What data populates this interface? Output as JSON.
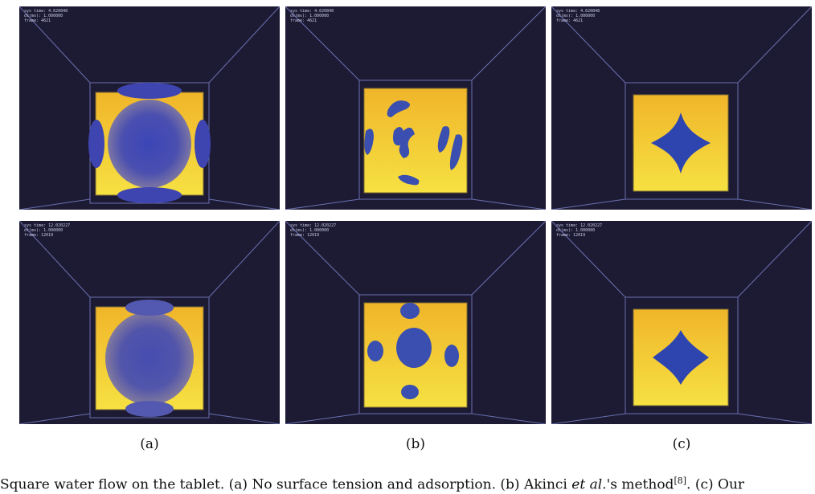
{
  "panels": [
    {
      "id": "a-top",
      "hud": {
        "line1": "sys time: 4.620848",
        "line2": "dt(ms): 1.000000",
        "line3": "frame: 4621"
      }
    },
    {
      "id": "b-top",
      "hud": {
        "line1": "sys time: 4.620848",
        "line2": "dt(ms): 1.000000",
        "line3": "frame: 4621"
      }
    },
    {
      "id": "c-top",
      "hud": {
        "line1": "sys time: 4.620848",
        "line2": "dt(ms): 1.000000",
        "line3": "frame: 4621"
      }
    },
    {
      "id": "a-bottom",
      "hud": {
        "line1": "sys time: 12.020227",
        "line2": "dt(ms): 1.000000",
        "line3": "frame: 12019"
      }
    },
    {
      "id": "b-bottom",
      "hud": {
        "line1": "sys time: 12.020227",
        "line2": "dt(ms): 1.000000",
        "line3": "frame: 12019"
      }
    },
    {
      "id": "c-bottom",
      "hud": {
        "line1": "sys time: 12.020227",
        "line2": "dt(ms): 1.000000",
        "line3": "frame: 12019"
      }
    }
  ],
  "labels": {
    "a": "(a)",
    "b": "(b)",
    "c": "(c)"
  },
  "caption": {
    "part1": "Square water flow on the tablet. (a) No surface tension and adsorption. (b) Akinci ",
    "italic": "et al.",
    "part2": "'s method",
    "ref": "[8]",
    "part3": ". (c) Our"
  },
  "colors": {
    "background": "#1d1b33",
    "wireframe": "#6a6fb0",
    "tablet": "#f2c431",
    "water": "#3a4fb0"
  }
}
